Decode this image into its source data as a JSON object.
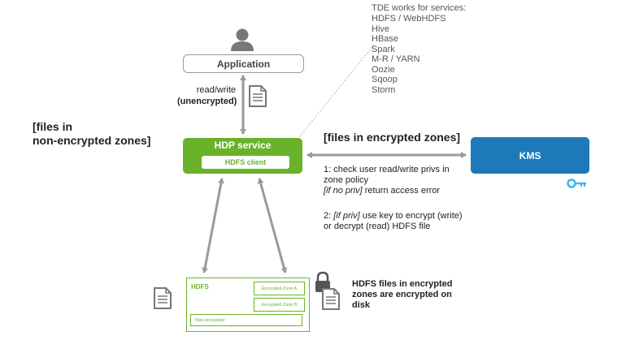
{
  "services": {
    "title": "TDE works for  services:",
    "items": [
      "HDFS / WebHDFS",
      "Hive",
      "HBase",
      "Spark",
      "M-R / YARN",
      "Oozie",
      "Sqoop",
      "Storm"
    ]
  },
  "application": {
    "label": "Application"
  },
  "rw": {
    "line1": "read/write",
    "line2": "(unencrypted)"
  },
  "non_encrypted_label": {
    "line1": "[files in",
    "line2": "non-encrypted zones]"
  },
  "encrypted_label": "[files in encrypted zones]",
  "hdp": {
    "title": "HDP service",
    "client": "HDFS client"
  },
  "kms": {
    "label": "KMS"
  },
  "step1": {
    "line1": "1: check user read/write privs in",
    "line2": "zone policy",
    "cond": "[if no priv]",
    "rest": " return access error"
  },
  "step2": {
    "prefix": "2: ",
    "cond": "[if priv]",
    "rest": "  use key to encrypt (write)",
    "line2": "or decrypt (read) HDFS file"
  },
  "hdfs": {
    "label": "HDFS",
    "zone_a": "Encrypted Zone A",
    "zone_b": "Encrypted Zone B",
    "non_encrypted": "Non-encrypted"
  },
  "disk_note": {
    "line1": "HDFS files in encrypted",
    "line2": "zones are encrypted on",
    "line3": "disk"
  },
  "colors": {
    "hdp_green": "#6ab22a",
    "kms_blue": "#1d7ab8",
    "key_cyan": "#3fb6e8",
    "arrow_gray": "#9a9a9a"
  }
}
